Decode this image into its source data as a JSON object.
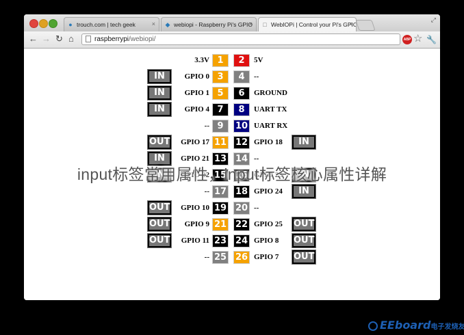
{
  "browser": {
    "tabs": [
      {
        "title": "trouch.com | tech geek",
        "icon": "drupal-favicon-icon"
      },
      {
        "title": "webiopi - Raspberry Pi's GPIO",
        "icon": "google-code-favicon-icon"
      },
      {
        "title": "WebIOPi | Control your Pi's GPIO",
        "icon": "page-favicon-icon"
      }
    ],
    "url_host": "raspberrypi",
    "url_path": "/webiopi/",
    "abp_label": "ABP"
  },
  "header": {
    "left_label": "3.3V",
    "left_pin": "1",
    "left_color": "#f5a200",
    "right_pin": "2",
    "right_label": "5V",
    "right_color": "#e01010"
  },
  "rows": [
    {
      "left_btn": "IN",
      "left_label": "GPIO 0",
      "lp": "3",
      "lc": "#f5a200",
      "rp": "4",
      "rc": "#808080",
      "right_label": "--",
      "right_btn": ""
    },
    {
      "left_btn": "IN",
      "left_label": "GPIO 1",
      "lp": "5",
      "lc": "#f5a200",
      "rp": "6",
      "rc": "#000000",
      "right_label": "GROUND",
      "right_btn": ""
    },
    {
      "left_btn": "IN",
      "left_label": "GPIO 4",
      "lp": "7",
      "lc": "#000000",
      "rp": "8",
      "rc": "#000080",
      "right_label": "UART TX",
      "right_btn": ""
    },
    {
      "left_btn": "",
      "left_label": "--",
      "lp": "9",
      "lc": "#808080",
      "rp": "10",
      "rc": "#000080",
      "right_label": "UART RX",
      "right_btn": ""
    },
    {
      "left_btn": "OUT",
      "left_label": "GPIO 17",
      "lp": "11",
      "lc": "#f5a200",
      "rp": "12",
      "rc": "#000000",
      "right_label": "GPIO 18",
      "right_btn": "IN"
    },
    {
      "left_btn": "IN",
      "left_label": "GPIO 21",
      "lp": "13",
      "lc": "#000000",
      "rp": "14",
      "rc": "#808080",
      "right_label": "--",
      "right_btn": ""
    },
    {
      "left_btn": "IN",
      "left_label": "GPIO 22",
      "lp": "15",
      "lc": "#000000",
      "rp": "16",
      "rc": "#000000",
      "right_label": "GPIO 23",
      "right_btn": "IN"
    },
    {
      "left_btn": "",
      "left_label": "--",
      "lp": "17",
      "lc": "#808080",
      "rp": "18",
      "rc": "#000000",
      "right_label": "GPIO 24",
      "right_btn": "IN"
    },
    {
      "left_btn": "OUT",
      "left_label": "GPIO 10",
      "lp": "19",
      "lc": "#000000",
      "rp": "20",
      "rc": "#808080",
      "right_label": "--",
      "right_btn": ""
    },
    {
      "left_btn": "OUT",
      "left_label": "GPIO 9",
      "lp": "21",
      "lc": "#f5a200",
      "rp": "22",
      "rc": "#000000",
      "right_label": "GPIO 25",
      "right_btn": "OUT"
    },
    {
      "left_btn": "OUT",
      "left_label": "GPIO 11",
      "lp": "23",
      "lc": "#000000",
      "rp": "24",
      "rc": "#000000",
      "right_label": "GPIO 8",
      "right_btn": "OUT"
    },
    {
      "left_btn": "",
      "left_label": "--",
      "lp": "25",
      "lc": "#808080",
      "rp": "26",
      "rc": "#f5a200",
      "right_label": "GPIO 7",
      "right_btn": "OUT"
    }
  ],
  "overlay": {
    "watermark": "input标签常用属性，input标签核心属性详解",
    "brand": "EEboard",
    "brand_sub": "电子发烧友"
  }
}
